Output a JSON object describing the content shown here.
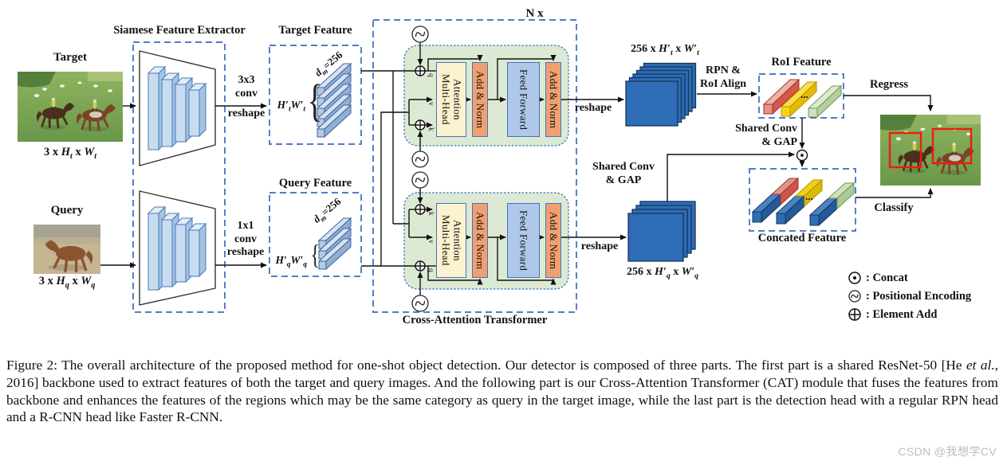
{
  "figure": {
    "labels": {
      "target": "Target",
      "query": "Query",
      "siamese_extractor": "Siamese Feature Extractor",
      "target_feature": "Target Feature",
      "query_feature": "Query Feature",
      "n_x": "N x",
      "cross_attention_transformer": "Cross-Attention Transformer",
      "conv3x3_line1": "3x3",
      "conv3x3_line2": "conv",
      "conv3x3_line3": "reshape",
      "conv1x1_line1": "1x1",
      "conv1x1_line2": "conv",
      "conv1x1_line3": "reshape",
      "reshape_top": "reshape",
      "reshape_bottom": "reshape",
      "rpn_line1": "RPN &",
      "rpn_line2": "RoI Align",
      "roi_feature": "RoI Feature",
      "regress": "Regress",
      "classify": "Classify",
      "shared_conv_line1": "Shared Conv",
      "shared_conv_line2": "& GAP",
      "concated_feature": "Concated Feature",
      "ellipsis": "..."
    },
    "blocks": {
      "multi_head_attention": "Multi-Head Attention",
      "add_norm": "Add & Norm",
      "feed_forward": "Feed Forward"
    },
    "ports": {
      "q": "q",
      "k": "k",
      "v": "v"
    },
    "math": {
      "brace": "{",
      "target_dims": {
        "pre": "3 x ",
        "v1": "H",
        "s1": "t",
        "mid": " x ",
        "v2": "W",
        "s2": "t"
      },
      "query_dims": {
        "pre": "3 x ",
        "v1": "H",
        "s1": "q",
        "mid": " x ",
        "v2": "W",
        "s2": "q"
      },
      "target_hw": {
        "v1": "H′",
        "s1": "t",
        "v2": "W′",
        "s2": "t"
      },
      "query_hw": {
        "v1": "H′",
        "s1": "q",
        "v2": "W′",
        "s2": "q"
      },
      "dm": {
        "v": "d",
        "s": "m",
        "eq": "=256"
      },
      "target_map": {
        "pre": "256 x ",
        "v1": "H′",
        "s1": "t",
        "mid": " x ",
        "v2": "W′",
        "s2": "t"
      },
      "query_map": {
        "pre": "256 x ",
        "v1": "H′",
        "s1": "q",
        "mid": " x ",
        "v2": "W′",
        "s2": "q"
      }
    },
    "legend": {
      "concat": ": Concat",
      "positional_encoding": ": Positional Encoding",
      "element_add": ": Element Add"
    },
    "colors": {
      "dashed_border": "#3a6abf",
      "green_block": "#dcead3",
      "attention_fill": "#fbf2d0",
      "add_norm_fill": "#f0a070",
      "feed_forward_fill": "#afc7e8",
      "feature_map_blue": "#2e6cb5",
      "roi_red": "#dd6558",
      "roi_yellow": "#f6d50f",
      "roi_green": "#c9dcb6",
      "bbox_red": "#ed1c0c"
    }
  },
  "caption": {
    "part1": "Figure 2:  The overall architecture of the proposed method for one-shot object detection.  Our detector is composed of three parts.  The first part is a shared ResNet-50 [He ",
    "italic": "et al.",
    "part2": ", 2016] backbone used to extract features of both the target and query images. And the following part is our Cross-Attention Transformer (CAT) module that fuses the features from backbone and enhances the features of the regions which may be the same category as query in the target image, while the last part is the detection head with a regular RPN head and a R-CNN head like Faster R-CNN."
  },
  "watermark": "CSDN @我想学CV"
}
